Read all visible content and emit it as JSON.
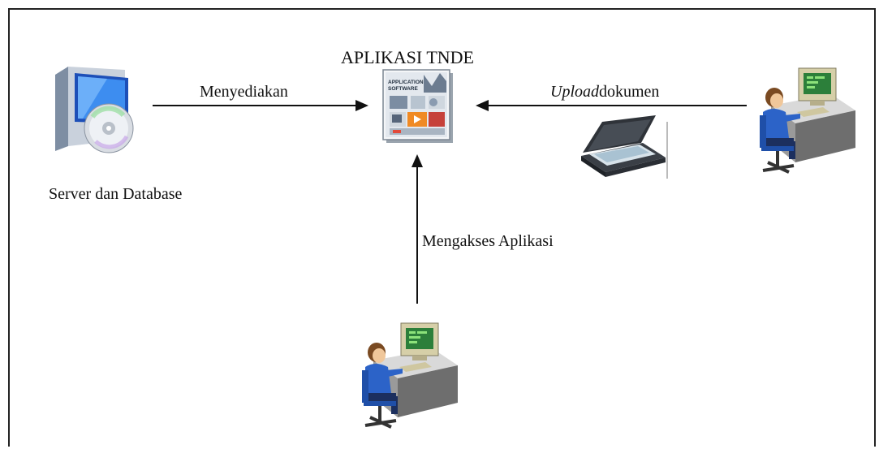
{
  "diagram": {
    "app_title": "APLIKASI TNDE",
    "server_label": "Server dan Database",
    "provide_label": "Menyediakan",
    "upload_label_italic": "Upload",
    "upload_label_rest": "dokumen",
    "access_label": "Mengakses Aplikasi",
    "app_box_text_1": "APPLICATION",
    "app_box_text_2": "SOFTWARE"
  },
  "icons": {
    "server": "server-database-icon",
    "app": "application-software-icon",
    "scanner": "scanner-icon",
    "user_top": "computer-user-icon",
    "user_bottom": "computer-user-icon"
  }
}
